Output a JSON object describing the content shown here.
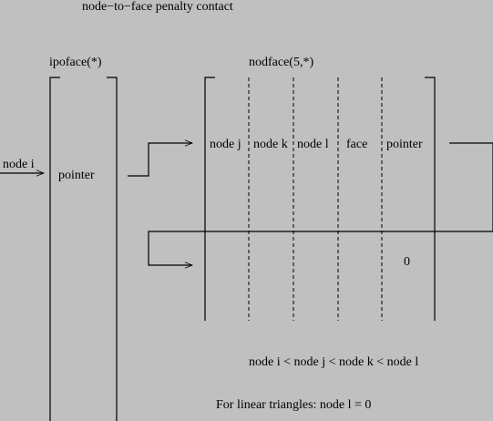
{
  "title": "node−to−face penalty contact",
  "ipoface": {
    "label": "ipoface(*)",
    "cell": "pointer"
  },
  "nodface": {
    "label": "nodface(5,*)",
    "columns": [
      "node j",
      "node k",
      "node l",
      "face",
      "pointer"
    ],
    "second_row_pointer": "0"
  },
  "input_label": "node i",
  "notes": {
    "ordering": "node i < node j < node k < node l",
    "triangles": "For linear triangles: node l = 0"
  },
  "colors": {
    "background": "#c0c0c0",
    "lines": "#000000"
  }
}
